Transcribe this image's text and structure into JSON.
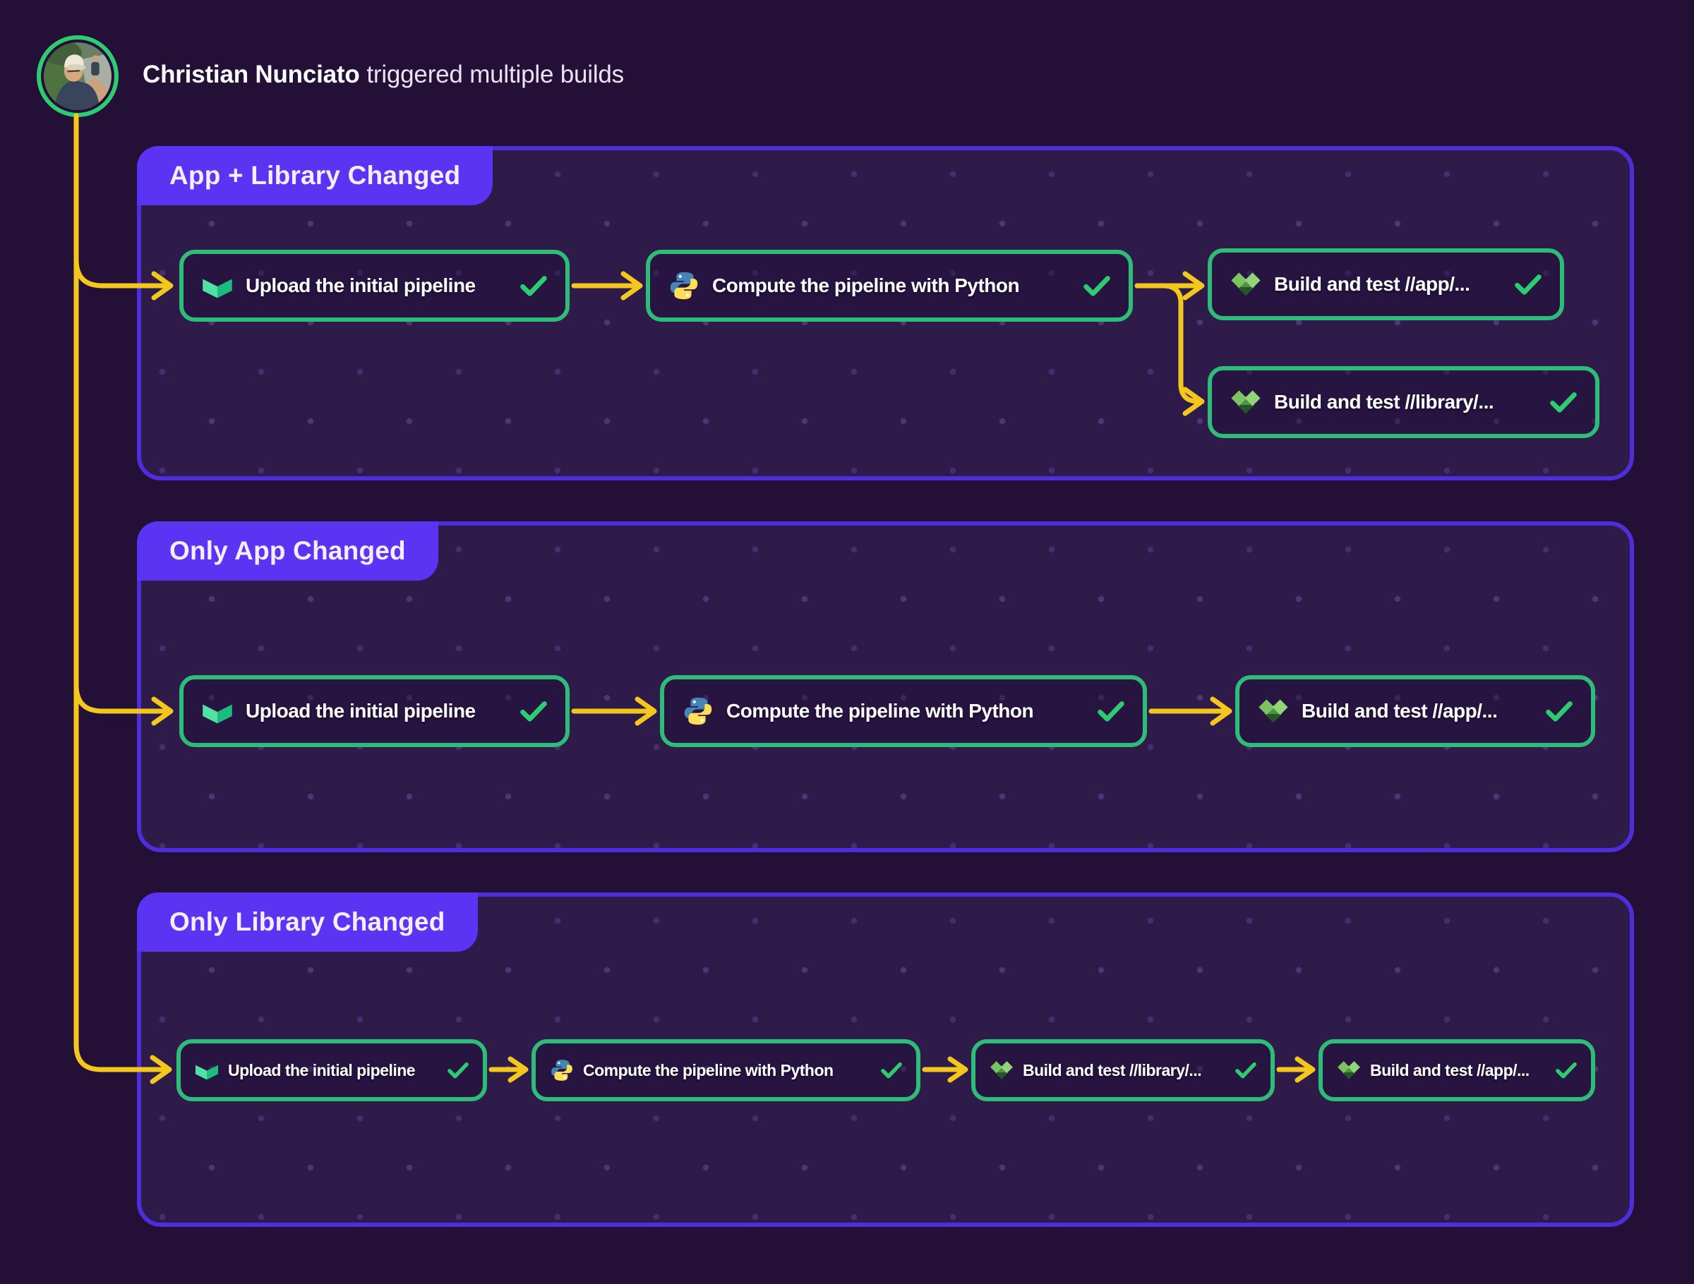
{
  "header": {
    "user": "Christian Nunciato",
    "action": "triggered multiple builds"
  },
  "colors": {
    "page_bg": "#241037",
    "panel_bg": "#2f1b4a",
    "panel_border": "#4c2edd",
    "tab_purple": "#5b33f2",
    "node_border_green": "#2dbd79",
    "arrow_yellow": "#f3c71b",
    "check_green": "#2ecc71"
  },
  "panels": [
    {
      "title": "App + Library Changed",
      "nodes": [
        {
          "icon": "buildkite-icon",
          "label": "Upload the initial pipeline",
          "status": "passed"
        },
        {
          "icon": "python-icon",
          "label": "Compute the pipeline with Python",
          "status": "passed"
        },
        {
          "icon": "bazel-icon",
          "label": "Build and test //app/...",
          "status": "passed"
        },
        {
          "icon": "bazel-icon",
          "label": "Build and test //library/...",
          "status": "passed"
        }
      ]
    },
    {
      "title": "Only App Changed",
      "nodes": [
        {
          "icon": "buildkite-icon",
          "label": "Upload the initial pipeline",
          "status": "passed"
        },
        {
          "icon": "python-icon",
          "label": "Compute the pipeline with Python",
          "status": "passed"
        },
        {
          "icon": "bazel-icon",
          "label": "Build and test //app/...",
          "status": "passed"
        }
      ]
    },
    {
      "title": "Only Library Changed",
      "nodes": [
        {
          "icon": "buildkite-icon",
          "label": "Upload the initial pipeline",
          "status": "passed"
        },
        {
          "icon": "python-icon",
          "label": "Compute the pipeline with Python",
          "status": "passed"
        },
        {
          "icon": "bazel-icon",
          "label": "Build and test //library/...",
          "status": "passed"
        },
        {
          "icon": "bazel-icon",
          "label": "Build and test //app/...",
          "status": "passed"
        }
      ]
    }
  ]
}
